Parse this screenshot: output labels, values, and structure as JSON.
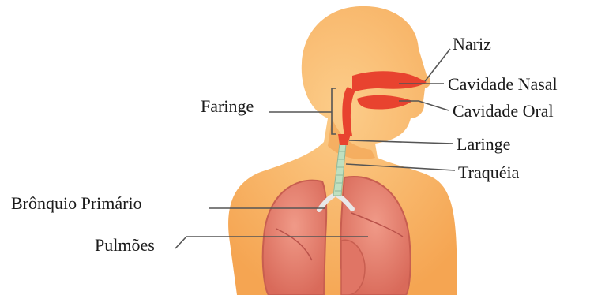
{
  "labels": {
    "nariz": "Nariz",
    "cavidade_nasal": "Cavidade Nasal",
    "cavidade_oral": "Cavidade Oral",
    "laringe": "Laringe",
    "traqueia": "Traquéia",
    "faringe": "Faringe",
    "bronquio_primario": "Brônquio Primário",
    "pulmoes": "Pulmões"
  },
  "colors": {
    "skin": "#f9b96a",
    "skin_shade": "#f5a85a",
    "lung": "#e88070",
    "lung_dark": "#c55a4e",
    "airway_red": "#e8432f",
    "trachea": "#bfe0c0",
    "leader_line": "#555555"
  }
}
